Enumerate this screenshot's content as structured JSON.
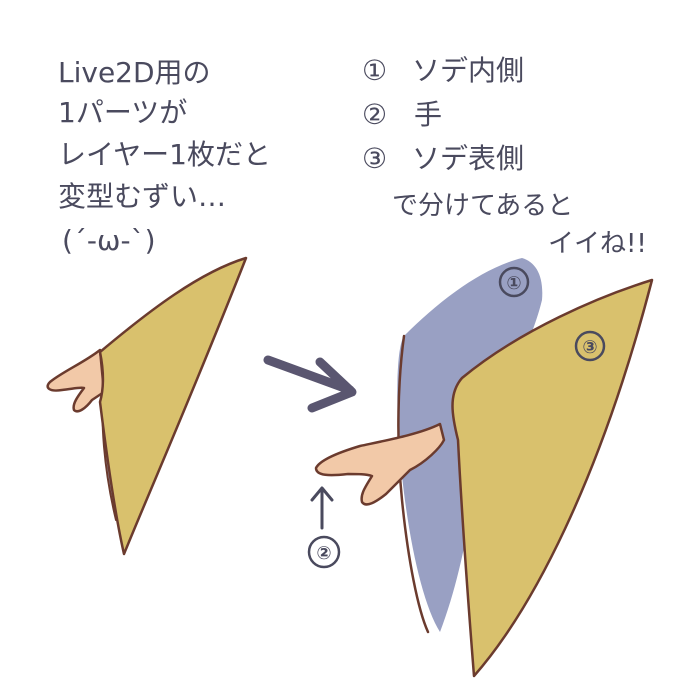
{
  "left_note": {
    "lines": [
      "Live2D用の",
      "1パーツが",
      "レイヤー1枚だと",
      "変型むずい…",
      "(´-ω-`)"
    ]
  },
  "right_note": {
    "items": [
      {
        "number": "①",
        "label": "ソデ内側"
      },
      {
        "number": "②",
        "label": "手"
      },
      {
        "number": "③",
        "label": "ソデ表側"
      }
    ],
    "tail_line1": "で分けてあると",
    "tail_line2": "イイね!!"
  },
  "callouts": {
    "sleeve_inner": "①",
    "sleeve_outer": "③",
    "hand": "②"
  },
  "colors": {
    "sleeve_outer": "#d9c16d",
    "sleeve_inner": "#99a0c3",
    "hand": "#f2c9a8",
    "outline": "#6b3b2e",
    "ink": "#4a4a5e",
    "arrow": "#5a5670"
  }
}
